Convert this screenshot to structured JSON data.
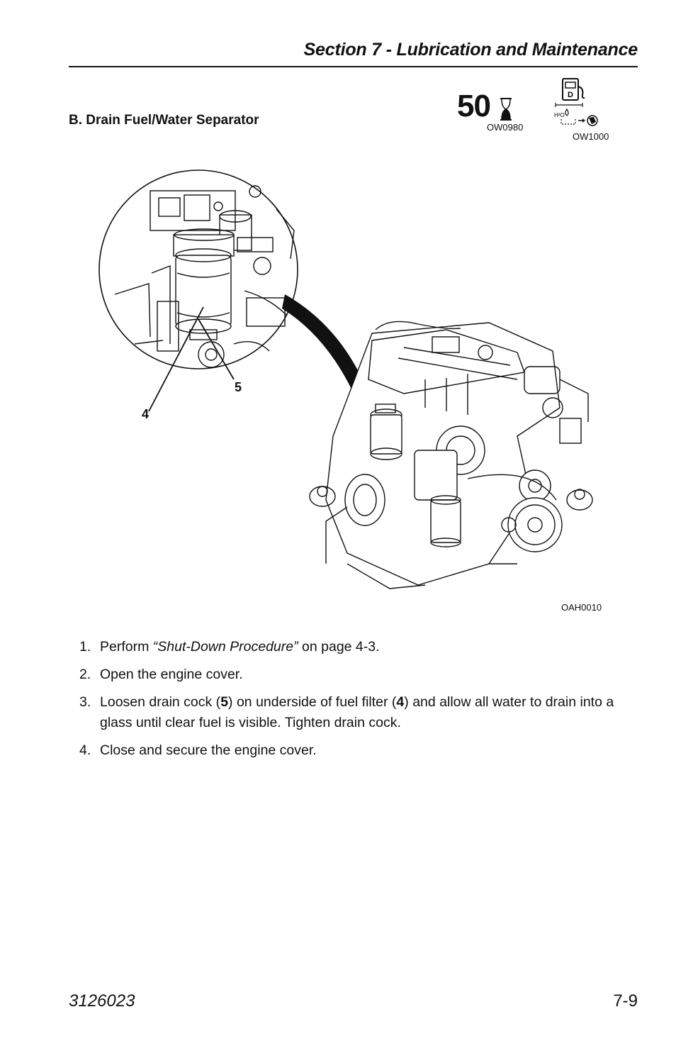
{
  "header": {
    "section_title": "Section 7 - Lubrication and Maintenance"
  },
  "subheading": "B. Drain Fuel/Water Separator",
  "interval": {
    "value": "50",
    "icon": "hourglass-icon",
    "code": "OW0980"
  },
  "service_icon": {
    "icon": "fuel-water-drain-icon",
    "code": "OW1000",
    "fuel_letter": "D",
    "water_label": "H²O"
  },
  "figure": {
    "code": "OAH0010",
    "callout_filter": "4",
    "callout_drain": "5"
  },
  "steps": [
    {
      "num": "1.",
      "text_before": "Perform ",
      "italic": "“Shut-Down Procedure”",
      "text_after": " on page 4-3."
    },
    {
      "num": "2.",
      "text": "Open the engine cover."
    },
    {
      "num": "3.",
      "p1": "Loosen drain cock (",
      "b1": "5",
      "p2": ") on underside of fuel filter (",
      "b2": "4",
      "p3": ") and allow all water to drain into a glass until clear fuel is visible. Tighten drain cock."
    },
    {
      "num": "4.",
      "text": "Close and secure the engine cover."
    }
  ],
  "footer": {
    "doc_number": "3126023",
    "page_number": "7-9"
  }
}
